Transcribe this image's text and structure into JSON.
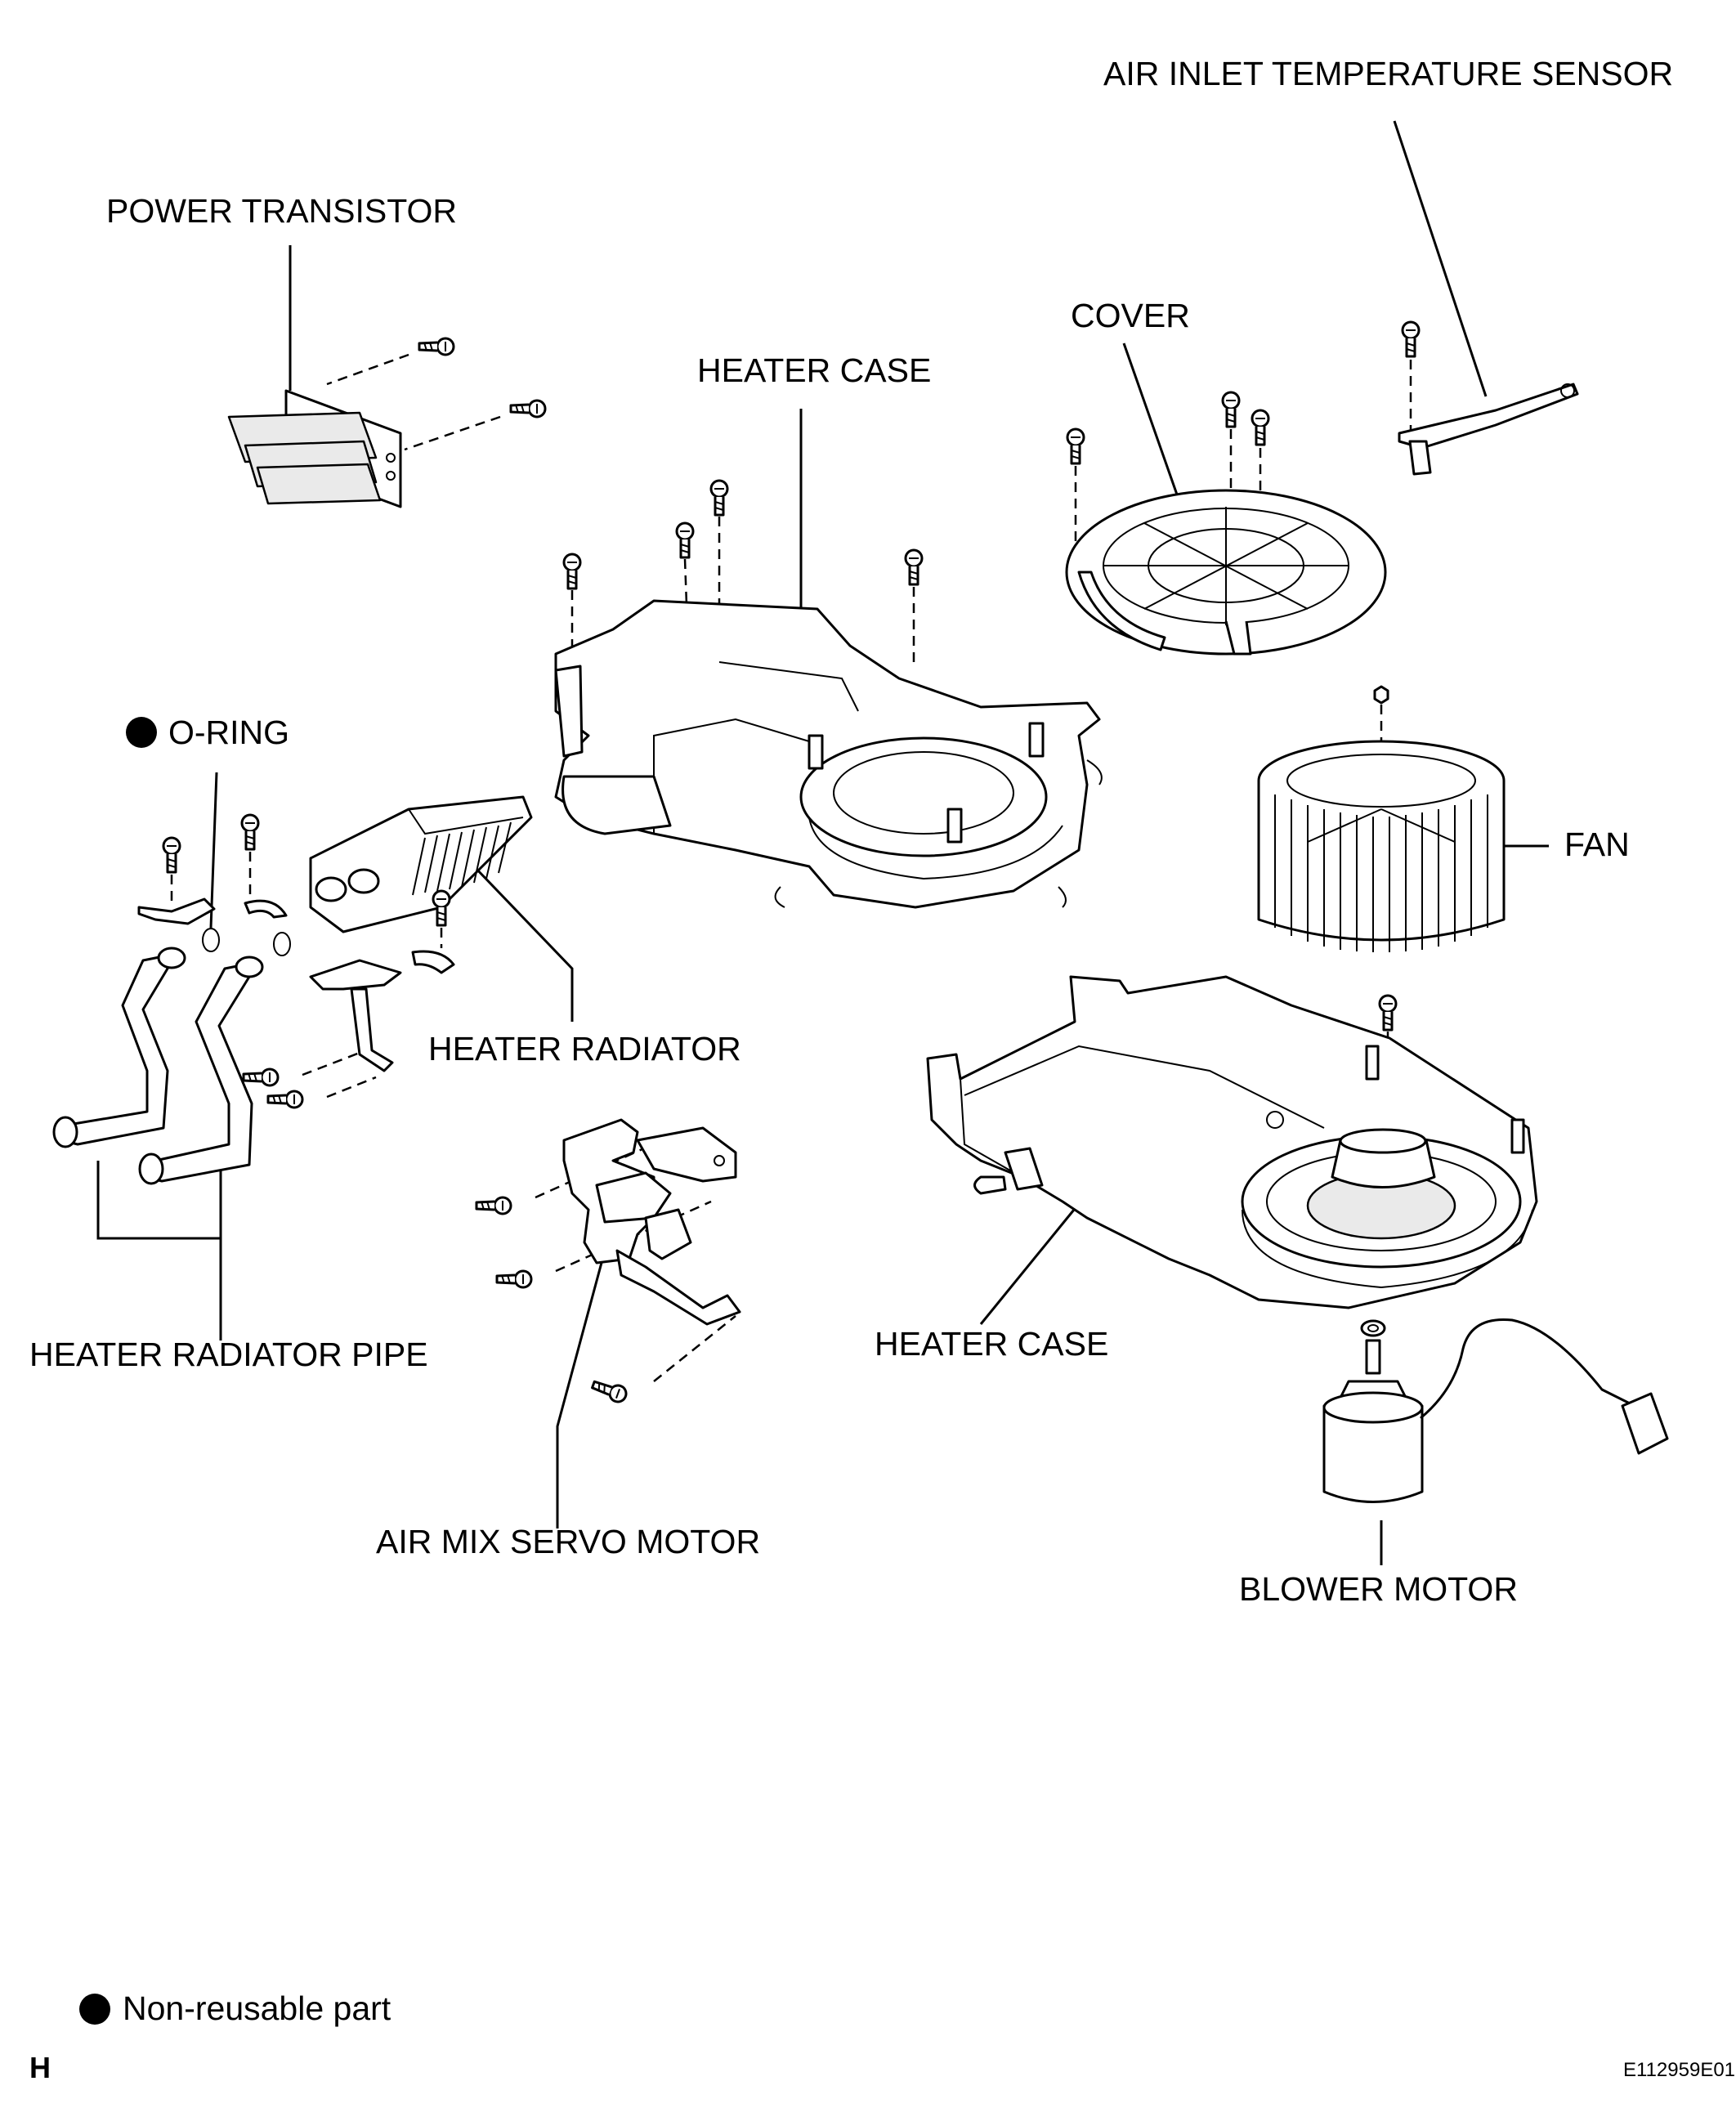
{
  "labels": {
    "air_inlet_temperature_sensor": "AIR INLET TEMPERATURE SENSOR",
    "power_transistor": "POWER TRANSISTOR",
    "cover": "COVER",
    "heater_case_upper": "HEATER CASE",
    "o_ring": "O-RING",
    "fan": "FAN",
    "heater_radiator": "HEATER RADIATOR",
    "heater_radiator_pipe": "HEATER RADIATOR PIPE",
    "heater_case_lower": "HEATER CASE",
    "air_mix_servo_motor": "AIR MIX SERVO MOTOR",
    "blower_motor": "BLOWER MOTOR"
  },
  "legend": {
    "symbol": "filled-circle",
    "text": "Non-reusable part"
  },
  "corner_letter": "H",
  "figure_code": "E112959E01",
  "colors": {
    "ink": "#000000",
    "background": "#ffffff"
  }
}
